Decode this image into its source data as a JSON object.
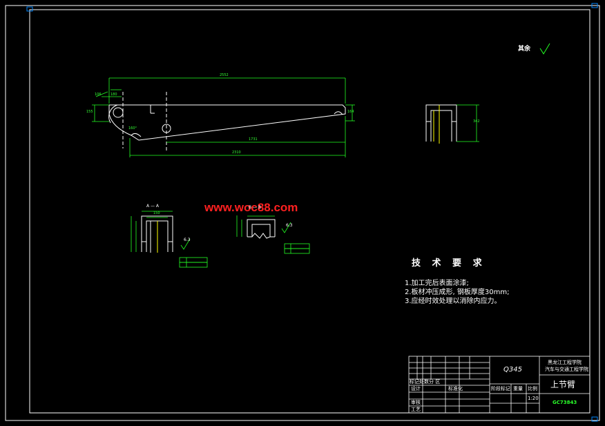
{
  "watermark": "www.woc88.com",
  "surface_note": {
    "label": "其余"
  },
  "technical_requirements": {
    "title": "技 术 要 求",
    "items": [
      "1.加工完后表面涂漆;",
      "2.板材冲压成形, 钢板厚度30mm;",
      "3.应经时效处理以消除内应力。"
    ]
  },
  "section_labels": {
    "a": "A — A",
    "b": "B — B"
  },
  "roughness_labels": {
    "a": "6.3",
    "b": "6.3"
  },
  "title_block": {
    "material": "Q345",
    "school_line1": "黑龙江工程学院",
    "school_line2": "汽车与交通工程学院",
    "part_name": "上节臂",
    "drawing_no": "GC73843",
    "labels": {
      "revision": "标记处数分 区",
      "design": "设计",
      "standard": "标准化",
      "review": "审核",
      "process": "工艺",
      "stage": "阶段标记",
      "weight": "重量",
      "scale": "比例"
    },
    "scale_value": "1:20"
  },
  "dimensions": {
    "overall_top": "2552",
    "bottom_length": "2310",
    "inner_length": "1731",
    "right_height": "164",
    "left_small": "155",
    "left_offset": "180",
    "left_width": "106",
    "angle": "160°",
    "hole_width": "150",
    "section_c_height": "342"
  },
  "colors": {
    "background": "#000000",
    "line": "#ffffff",
    "dimension": "#22ff22",
    "watermark": "#ff2020"
  }
}
